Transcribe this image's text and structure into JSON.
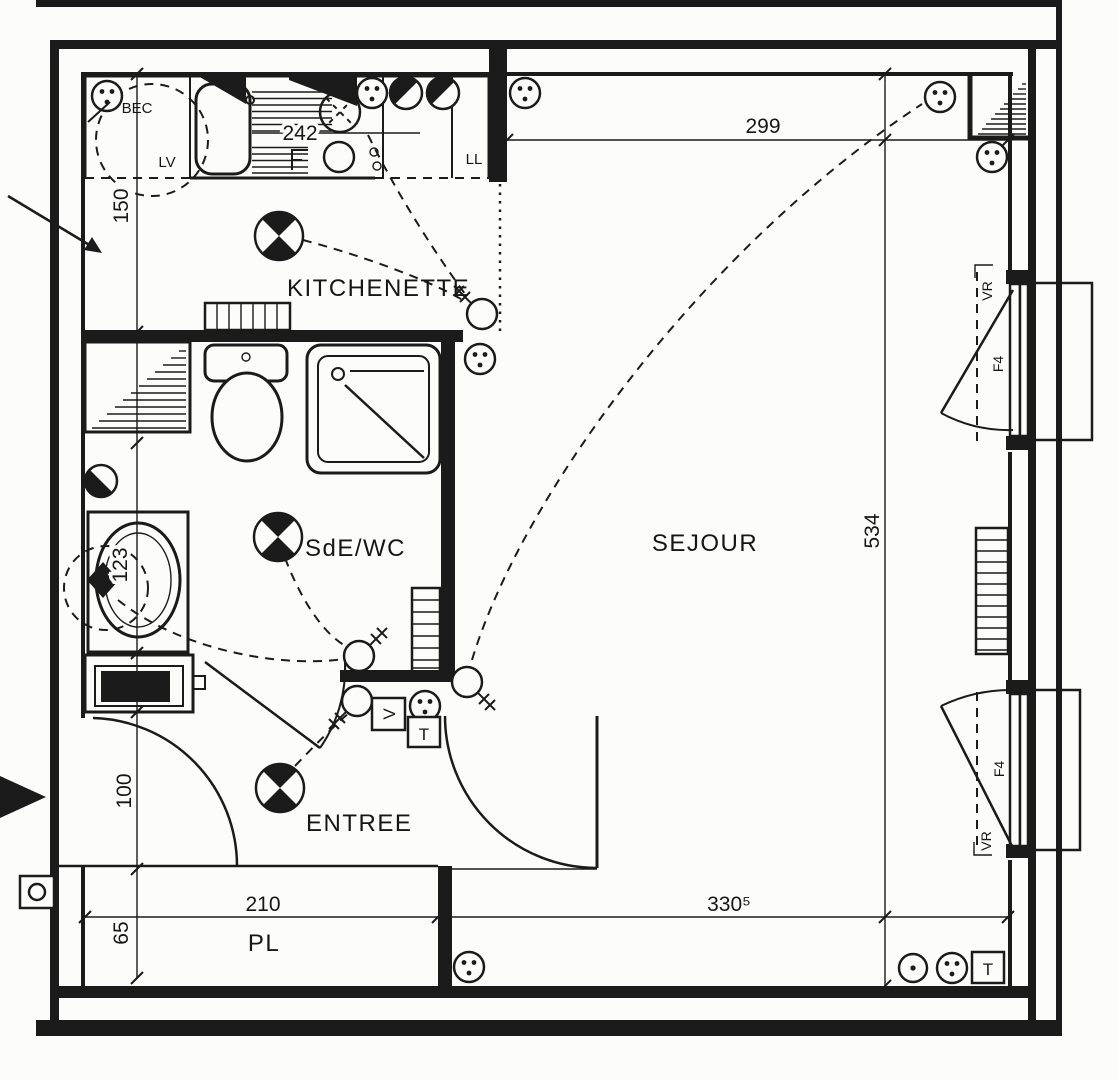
{
  "rooms": {
    "kitchenette": "KITCHENETTE",
    "shower_wc": "SdE/WC",
    "living": "SEJOUR",
    "entry": "ENTREE",
    "closet": "PL"
  },
  "equipment": {
    "cooker_point": "BEC",
    "dishwasher": "LV",
    "washing_machine": "LL"
  },
  "windows": {
    "roller_shutter_1": "VR",
    "type_1": "F4",
    "roller_shutter_2": "VR",
    "type_2": "F4"
  },
  "symbols": {
    "phone_outlet_1": "T",
    "phone_outlet_2": "T",
    "vmc_switch": "V"
  },
  "dimensions": {
    "kitchen_width": "242",
    "kitchen_depth": "150",
    "living_width_top": "299",
    "bath_depth": "123",
    "living_depth": "534",
    "entry_depth": "100",
    "entry_width": "210",
    "living_width_bottom": "330⁵",
    "closet_depth": "65"
  },
  "colors": {
    "ink": "#1b1b1b",
    "paper": "#fcfcfa"
  }
}
